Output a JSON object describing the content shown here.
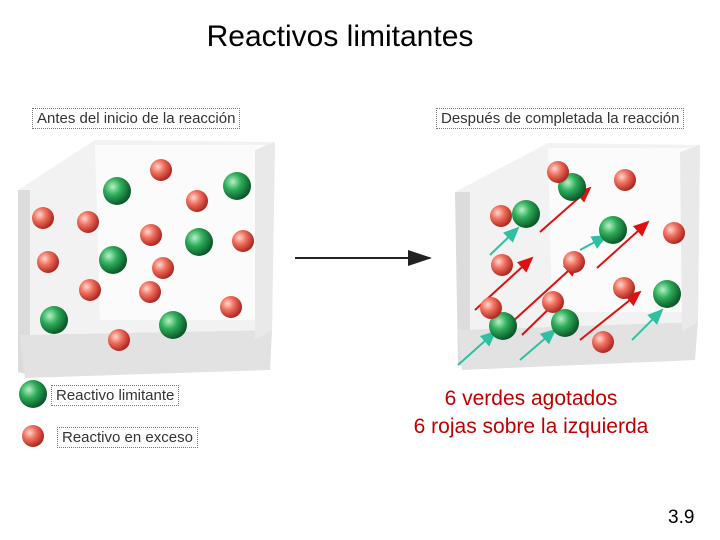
{
  "title": "Reactivos limitantes",
  "labels": {
    "before": "Antes del inicio de la reacción",
    "after": "Después de completada la reacción"
  },
  "legend": {
    "limiting": "Reactivo limitante",
    "excess": "Reactivo en exceso"
  },
  "result": {
    "line1": "6 verdes agotados",
    "line2": "6 rojas sobre la izquierda"
  },
  "slide_number": "3.9",
  "colors": {
    "green_particle": "#1f9a4a",
    "red_particle": "#e8504a",
    "arrow_red": "#e01010",
    "arrow_teal": "#2ec0a0"
  }
}
